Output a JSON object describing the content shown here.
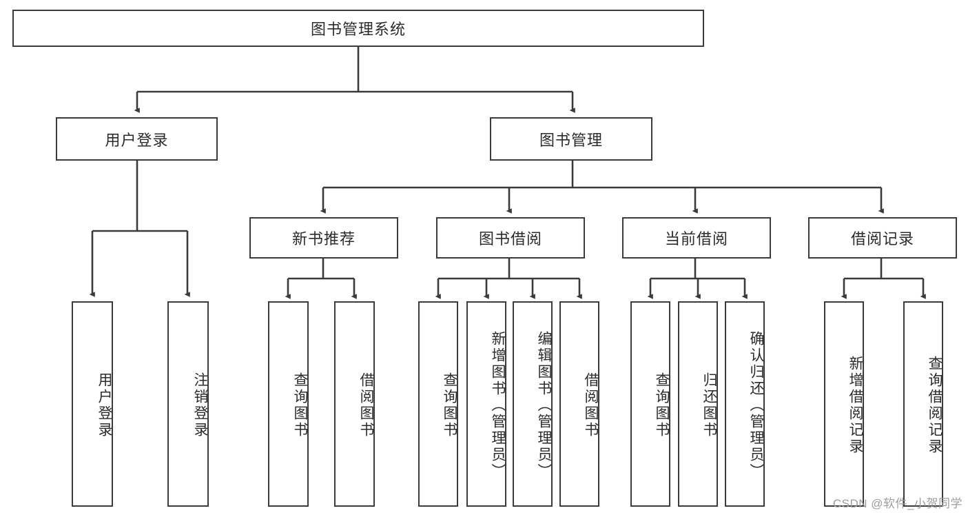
{
  "diagram": {
    "type": "tree",
    "title": "图书管理系统",
    "orientation": "top-down",
    "colors": {
      "box_border": "#3a3a3a",
      "box_fill": "#ffffff",
      "connector": "#3a3a3a",
      "text": "#2b2b2b",
      "watermark": "#9d9d9d",
      "background": "#ffffff"
    },
    "root": {
      "label": "图书管理系统"
    },
    "level2": [
      {
        "id": "user-login",
        "label": "用户登录"
      },
      {
        "id": "book-manage",
        "label": "图书管理"
      }
    ],
    "level3": [
      {
        "id": "new-book-recommend",
        "label": "新书推荐",
        "parent": "book-manage"
      },
      {
        "id": "book-borrow",
        "label": "图书借阅",
        "parent": "book-manage"
      },
      {
        "id": "current-borrow",
        "label": "当前借阅",
        "parent": "book-manage"
      },
      {
        "id": "borrow-record",
        "label": "借阅记录",
        "parent": "book-manage"
      }
    ],
    "leaves": {
      "user-login": [
        {
          "id": "leaf-user-login",
          "label": "用户登录"
        },
        {
          "id": "leaf-user-logout",
          "label": "注销登录"
        }
      ],
      "new-book-recommend": [
        {
          "id": "leaf-query-book-1",
          "label": "查询图书"
        },
        {
          "id": "leaf-borrow-book-1",
          "label": "借阅图书"
        }
      ],
      "book-borrow": [
        {
          "id": "leaf-query-book-2",
          "label": "查询图书"
        },
        {
          "id": "leaf-add-book",
          "label": "新增图书（管理员）"
        },
        {
          "id": "leaf-edit-book",
          "label": "编辑图书（管理员）"
        },
        {
          "id": "leaf-borrow-book-2",
          "label": "借阅图书"
        }
      ],
      "current-borrow": [
        {
          "id": "leaf-query-book-3",
          "label": "查询图书"
        },
        {
          "id": "leaf-return-book",
          "label": "归还图书"
        },
        {
          "id": "leaf-confirm-return",
          "label": "确认归还（管理员）"
        }
      ],
      "borrow-record": [
        {
          "id": "leaf-add-record",
          "label": "新增借阅记录"
        },
        {
          "id": "leaf-query-record",
          "label": "查询借阅记录"
        }
      ]
    }
  },
  "watermark": {
    "text": "CSDN @软件_小贺同学"
  }
}
